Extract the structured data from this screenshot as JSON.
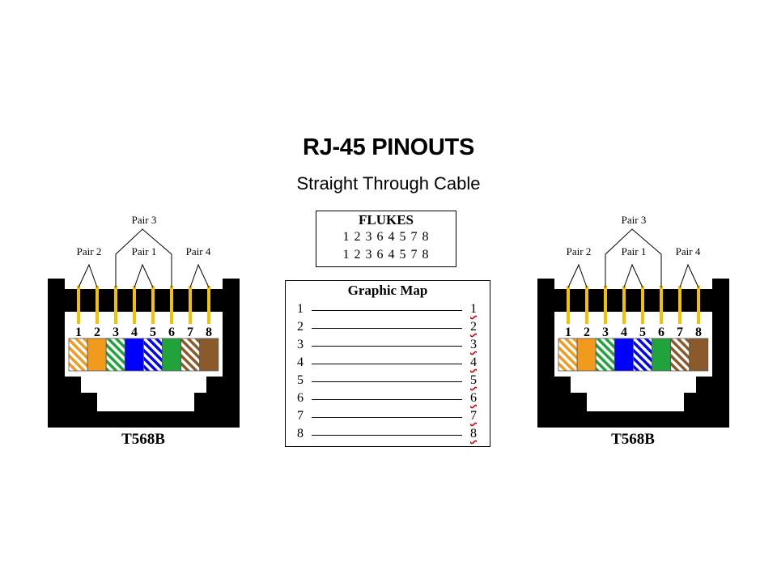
{
  "title": "RJ-45 PINOUTS",
  "subtitle": "Straight Through Cable",
  "flukes": {
    "title": "FLUKES",
    "rows": [
      "1 2 3 6 4 5 7 8",
      "1 2 3 6 4 5 7 8"
    ]
  },
  "graphic_map": {
    "title": "Graphic Map",
    "rows": [
      {
        "left": "1",
        "right": "1"
      },
      {
        "left": "2",
        "right": "2"
      },
      {
        "left": "3",
        "right": "3"
      },
      {
        "left": "4",
        "right": "4"
      },
      {
        "left": "5",
        "right": "5"
      },
      {
        "left": "6",
        "right": "6"
      },
      {
        "left": "7",
        "right": "7"
      },
      {
        "left": "8",
        "right": "8"
      }
    ]
  },
  "connectors": [
    {
      "standard": "T568B",
      "pair_labels": [
        "Pair 3",
        "Pair 2",
        "Pair 1",
        "Pair 4"
      ],
      "pins": [
        "1",
        "2",
        "3",
        "4",
        "5",
        "6",
        "7",
        "8"
      ]
    },
    {
      "standard": "T568B",
      "pair_labels": [
        "Pair 3",
        "Pair 2",
        "Pair 1",
        "Pair 4"
      ],
      "pins": [
        "1",
        "2",
        "3",
        "4",
        "5",
        "6",
        "7",
        "8"
      ]
    }
  ],
  "wire_colors": [
    {
      "pin": "1",
      "color": "#f29a1d",
      "striped": true
    },
    {
      "pin": "2",
      "color": "#f29a1d",
      "striped": false
    },
    {
      "pin": "3",
      "color": "#1fa33a",
      "striped": true
    },
    {
      "pin": "4",
      "color": "#0000ff",
      "striped": false
    },
    {
      "pin": "5",
      "color": "#0000ff",
      "striped": true
    },
    {
      "pin": "6",
      "color": "#1fa33a",
      "striped": false
    },
    {
      "pin": "7",
      "color": "#8b5a2b",
      "striped": true
    },
    {
      "pin": "8",
      "color": "#8b5a2b",
      "striped": false
    }
  ],
  "colors": {
    "contact": "#f2c200",
    "jack": "#000000"
  }
}
